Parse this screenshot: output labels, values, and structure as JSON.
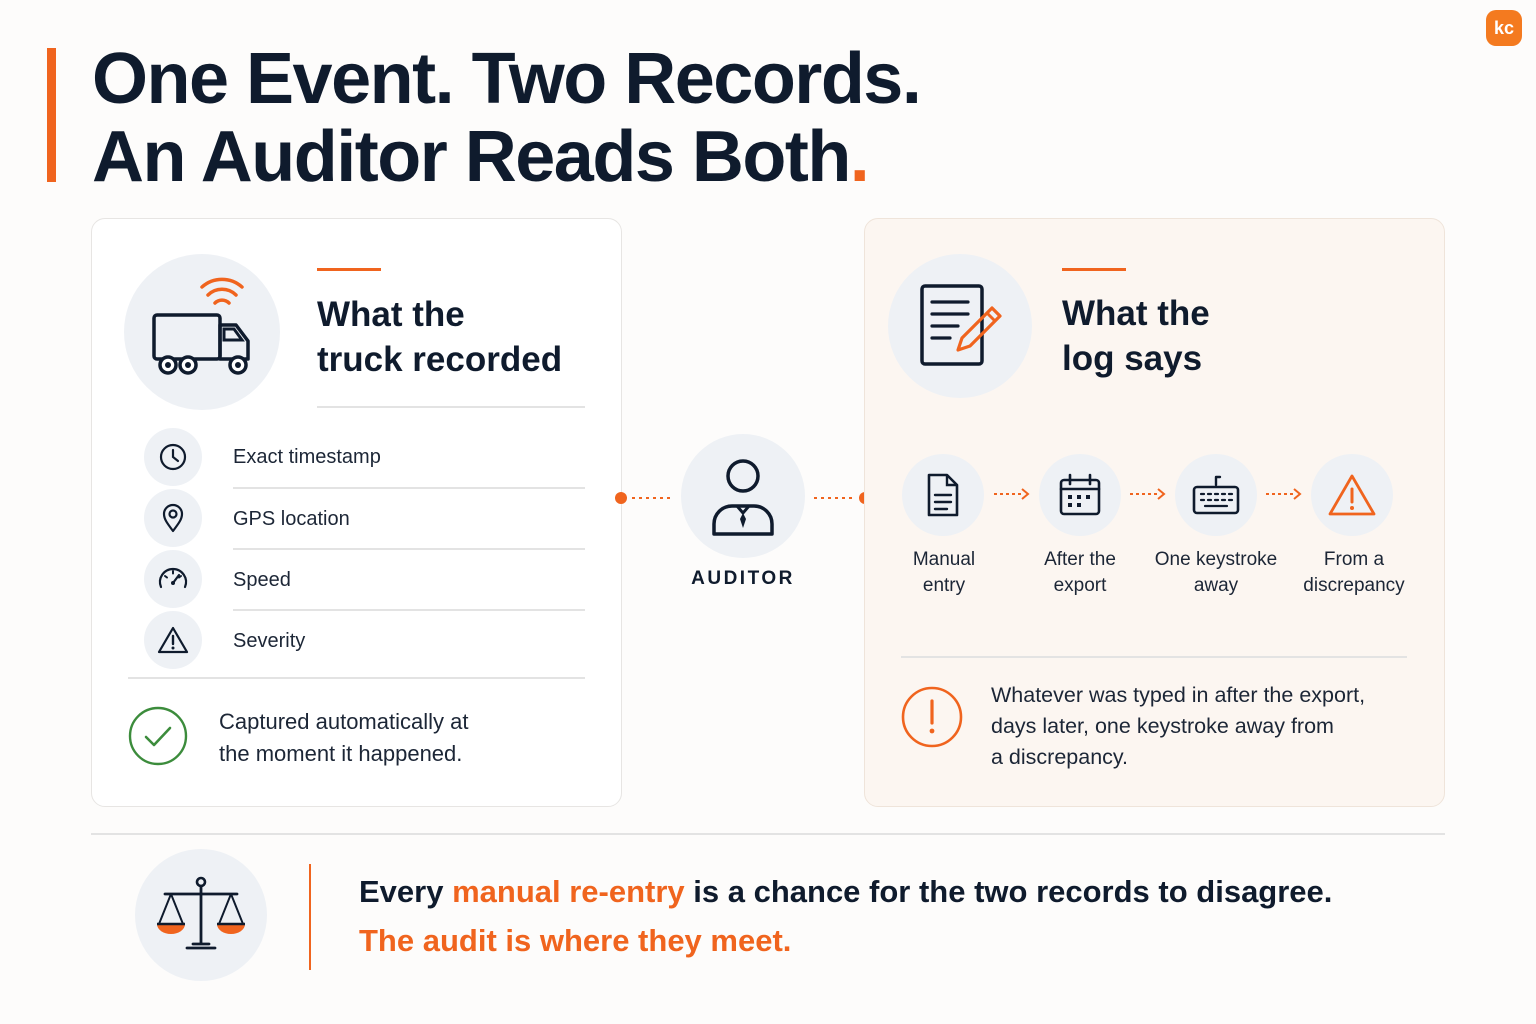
{
  "header": {
    "title_line1": "One Event. Two Records.",
    "title_line2": "An Auditor Reads Both",
    "title_period": ".",
    "logo_text": "kc"
  },
  "colors": {
    "accent": "#f0641e",
    "dark": "#0f1b2d",
    "success": "#3c8c3c"
  },
  "truck_card": {
    "title_line1": "What the",
    "title_line2": "truck recorded",
    "icon": "truck-signal-icon",
    "items": [
      {
        "label": "Exact timestamp",
        "icon": "clock-icon"
      },
      {
        "label": "GPS location",
        "icon": "location-pin-icon"
      },
      {
        "label": "Speed",
        "icon": "speedometer-icon"
      },
      {
        "label": "Severity",
        "icon": "warning-icon"
      }
    ],
    "note_line1": "Captured automatically at",
    "note_line2": "the moment it happened.",
    "note_icon": "check-circle-icon"
  },
  "auditor": {
    "label": "AUDITOR",
    "icon": "auditor-person-icon"
  },
  "log_card": {
    "title_line1": "What the",
    "title_line2": "log says",
    "icon": "document-pencil-icon",
    "steps": [
      {
        "line1": "Manual",
        "line2": "entry",
        "icon": "document-icon"
      },
      {
        "line1": "After the",
        "line2": "export",
        "icon": "calendar-icon"
      },
      {
        "line1": "One keystroke",
        "line2": "away",
        "icon": "keyboard-icon"
      },
      {
        "line1": "From a",
        "line2": "discrepancy",
        "icon": "warning-icon"
      }
    ],
    "note_line1": "Whatever was typed in after the export,",
    "note_line2": "days later, one keystroke away from",
    "note_line3": "a discrepancy.",
    "note_icon": "exclamation-circle-icon"
  },
  "footer": {
    "icon": "balance-scale-icon",
    "line1_start": "Every ",
    "line1_highlight": "manual re-entry",
    "line1_end": " is a chance for the two records to disagree.",
    "line2": "The audit is where they meet."
  }
}
